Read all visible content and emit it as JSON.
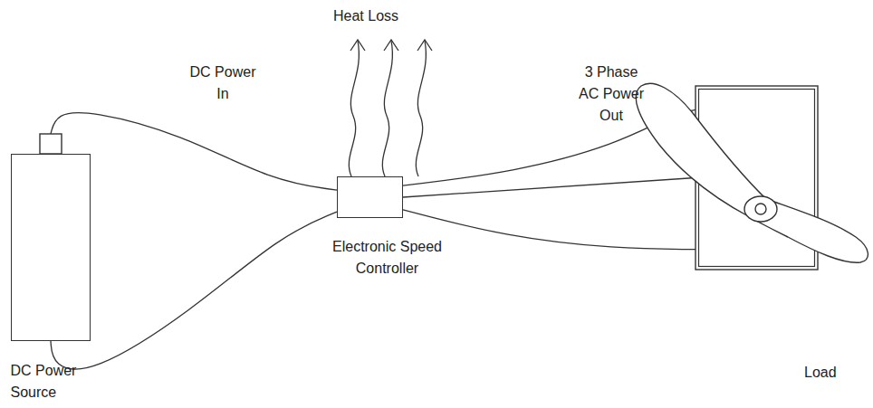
{
  "diagram": {
    "nodes": [
      {
        "text": [
          "DC Power Source"
        ]
      },
      {
        "text": [
          "Electronic Speed Controller"
        ]
      },
      {
        "text": [
          "Load"
        ]
      }
    ],
    "edges": [
      {
        "from": 0,
        "to": 1,
        "label": "DC Power In",
        "arrow": "none"
      },
      {
        "from": 0,
        "to": 1,
        "arrow": "none"
      },
      {
        "from": 1,
        "to": 2,
        "label": "3 Phase AC Power Out",
        "arrow": "none"
      },
      {
        "from": 1,
        "to": 2,
        "arrow": "none"
      },
      {
        "from": 1,
        "to": 2,
        "arrow": "none"
      }
    ],
    "labels": [
      "Heat Loss"
    ]
  }
}
